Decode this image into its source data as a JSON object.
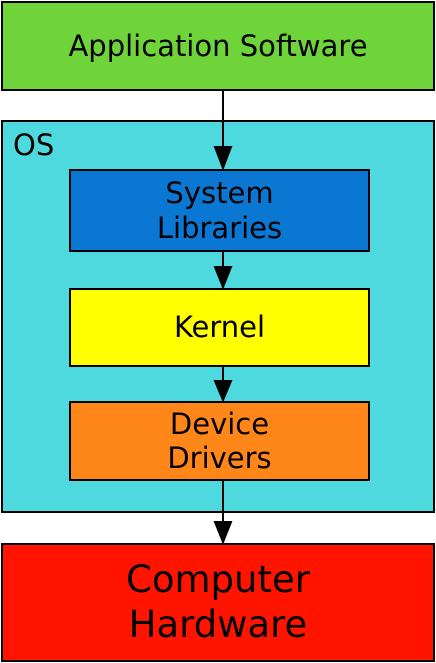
{
  "layers": {
    "application": {
      "label": "Application Software",
      "color": "#6fd43a"
    },
    "os": {
      "label": "OS",
      "color": "#4dd9de"
    },
    "system_libraries": {
      "label": "System Libraries",
      "color": "#0a78d2"
    },
    "kernel": {
      "label": "Kernel",
      "color": "#ffff00"
    },
    "device_drivers": {
      "label": "Device Drivers",
      "color": "#ff8619"
    },
    "hardware": {
      "label": "Computer Hardware",
      "color": "#ff1400"
    }
  },
  "arrows": [
    {
      "from": "application",
      "to": "system_libraries"
    },
    {
      "from": "system_libraries",
      "to": "kernel"
    },
    {
      "from": "kernel",
      "to": "device_drivers"
    },
    {
      "from": "device_drivers",
      "to": "hardware"
    }
  ]
}
